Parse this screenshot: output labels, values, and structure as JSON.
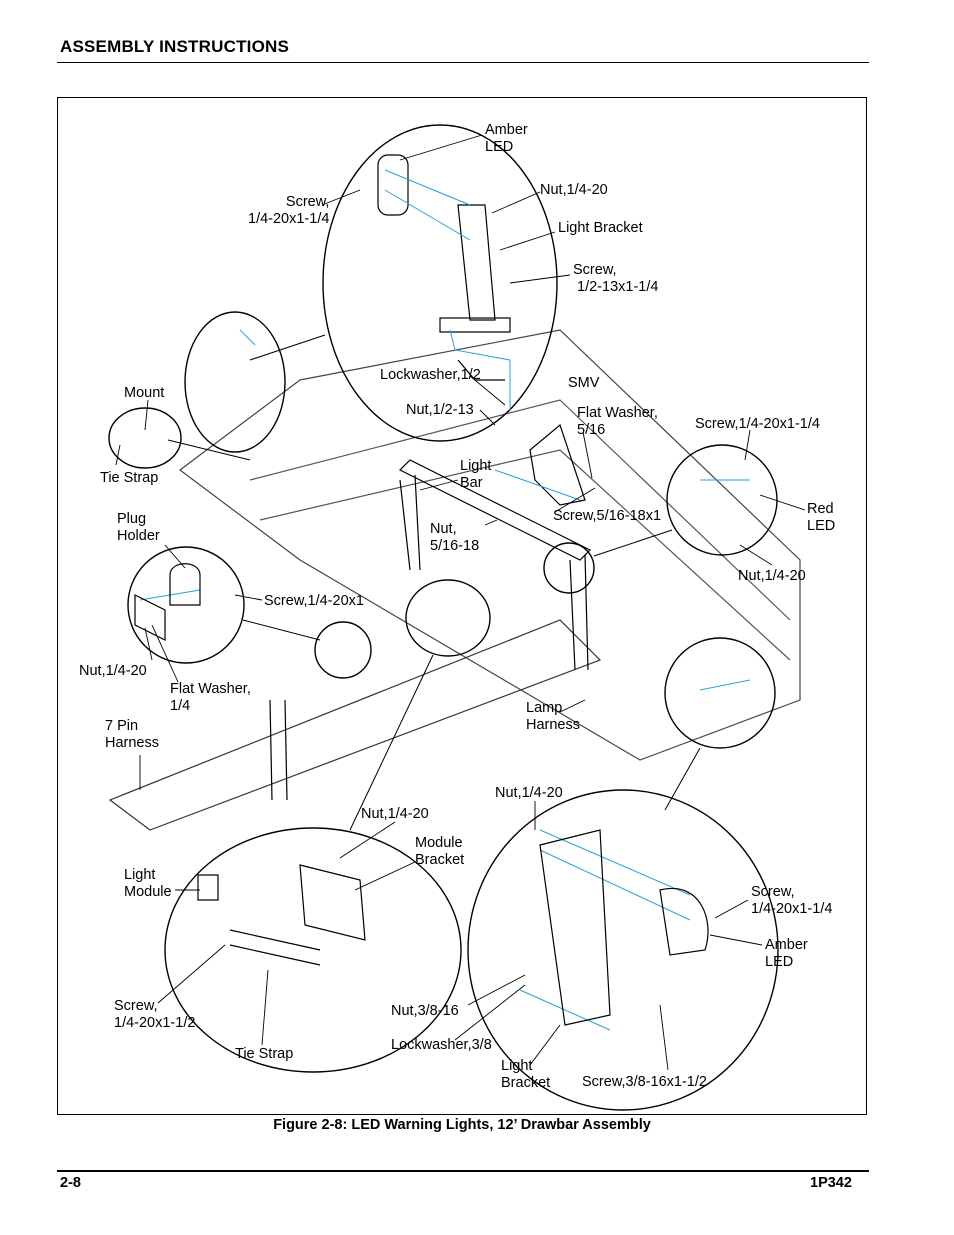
{
  "header": {
    "title": "ASSEMBLY INSTRUCTIONS"
  },
  "figure": {
    "caption": "Figure 2-8:  LED Warning Lights, 12’ Drawbar Assembly",
    "callouts": {
      "amber_led_top": "Amber\nLED",
      "nut_1420_top": "Nut,1/4-20",
      "screw_1420x114_top": "Screw,\n1/4-20x1-1/4",
      "light_bracket_top": "Light Bracket",
      "screw_1213x114": "Screw,\n 1/2-13x1-1/4",
      "lockwasher_12": "Lockwasher,1/2",
      "smv": "SMV",
      "nut_1213": "Nut,1/2-13",
      "flat_washer_516": "Flat Washer,\n5/16",
      "mount": "Mount",
      "screw_1420x114_right": "Screw,1/4-20x1-1/4",
      "tie_strap_upper": "Tie Strap",
      "light_bar": "Light\nBar",
      "red_led": "Red\nLED",
      "screw_51618x1": "Screw,5/16-18x1",
      "plug_holder": "Plug\nHolder",
      "nut_51618": "Nut,\n5/16-18",
      "nut_1420_right": "Nut,1/4-20",
      "screw_1420x1": "Screw,1/4-20x1",
      "nut_1420_left": "Nut,1/4-20",
      "flat_washer_14": "Flat Washer,\n1/4",
      "lamp_harness": "Lamp\nHarness",
      "seven_pin_harness": "7 Pin\nHarness",
      "nut_1420_bottom_right": "Nut,1/4-20",
      "nut_1420_bottom_left": "Nut,1/4-20",
      "module_bracket": "Module\nBracket",
      "light_module": "Light\nModule",
      "screw_1420x114_bottom": "Screw,\n1/4-20x1-1/4",
      "amber_led_bottom": "Amber\nLED",
      "screw_1420x112": "Screw,\n1/4-20x1-1/2",
      "nut_3816": "Nut,3/8-16",
      "lockwasher_38": "Lockwasher,3/8",
      "tie_strap_lower": "Tie Strap",
      "light_bracket_bottom": "Light\nBracket",
      "screw_3816x112": "Screw,3/8-16x1-1/2"
    }
  },
  "footer": {
    "page_number": "2-8",
    "doc_id": "1P342"
  }
}
